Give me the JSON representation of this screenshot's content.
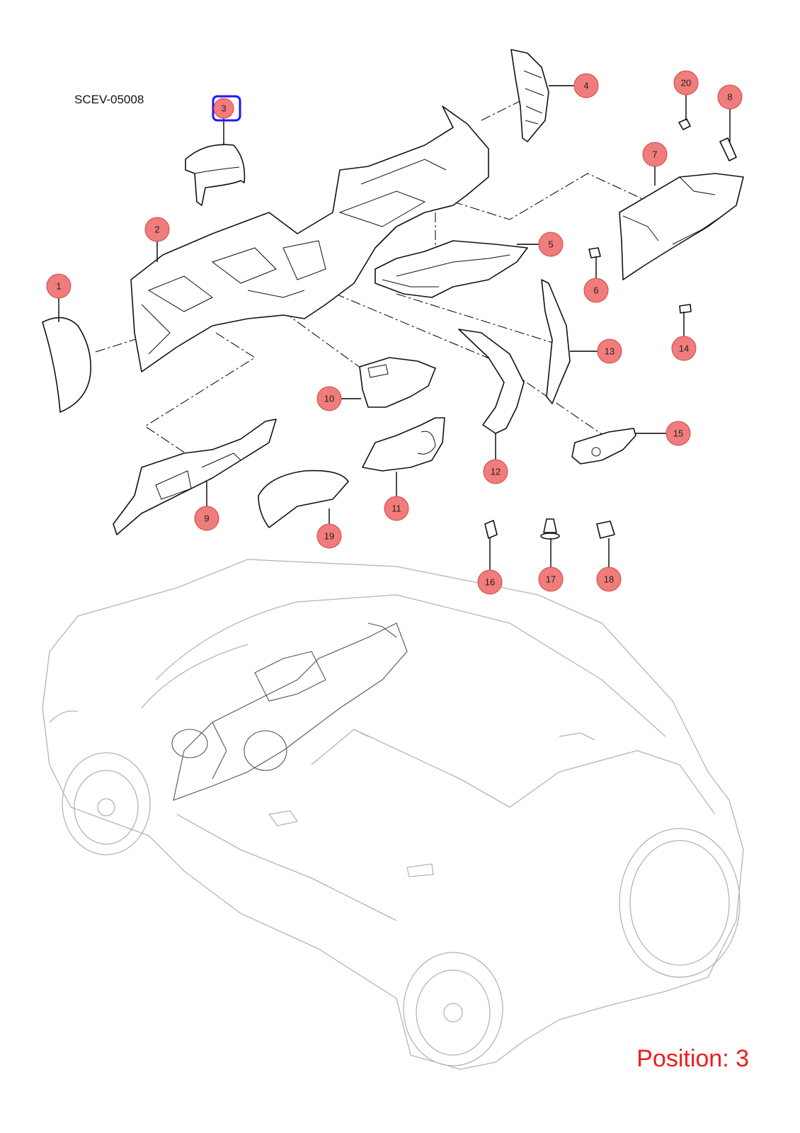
{
  "diagram_code": "SCEV-05008",
  "position_label": "Position: 3",
  "selected_part": "3",
  "colors": {
    "callout_fill": "#f07c7c",
    "callout_stroke": "#d04848",
    "selection": "#1a1aff",
    "position_text": "#f21b1b",
    "vehicle_outline": "#b4b4b4"
  },
  "callouts": [
    {
      "label": "1"
    },
    {
      "label": "2"
    },
    {
      "label": "3"
    },
    {
      "label": "4"
    },
    {
      "label": "5"
    },
    {
      "label": "6"
    },
    {
      "label": "7"
    },
    {
      "label": "8"
    },
    {
      "label": "9"
    },
    {
      "label": "10"
    },
    {
      "label": "11"
    },
    {
      "label": "12"
    },
    {
      "label": "13"
    },
    {
      "label": "14"
    },
    {
      "label": "15"
    },
    {
      "label": "16"
    },
    {
      "label": "17"
    },
    {
      "label": "18"
    },
    {
      "label": "19"
    },
    {
      "label": "20"
    }
  ]
}
